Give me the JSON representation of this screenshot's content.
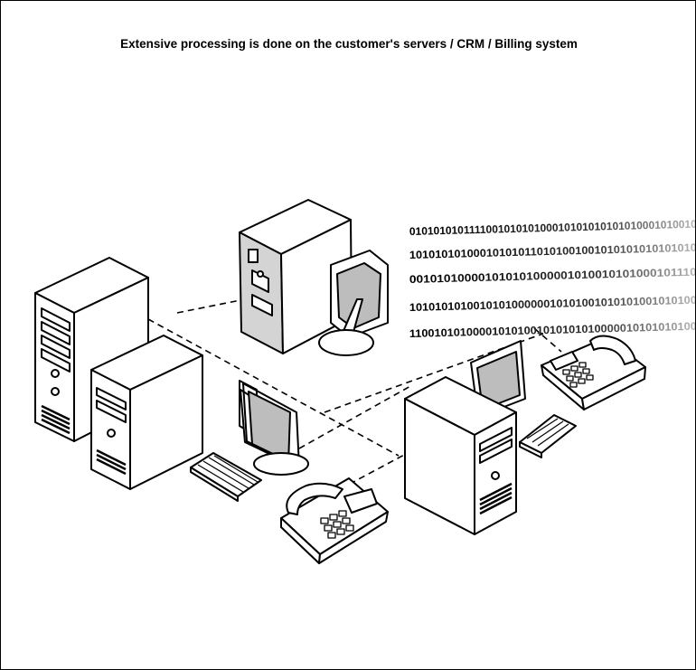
{
  "title": "Extensive processing is done on the customer's servers / CRM / Billing system",
  "binary_stream": [
    "010101010111100101010100010101010101010001010010",
    "101010101000101010110101001001010101010101010",
    "001010100001010101000001010010101000101110",
    "101010101001010100000010101001010101001010100",
    "110010101000010101001010101010000010101010100"
  ],
  "colors": {
    "line": "#000000",
    "server_gray": "#d4d4d4",
    "screen_gray": "#bdbdbd",
    "stream_fade": "#b0b0b0"
  }
}
